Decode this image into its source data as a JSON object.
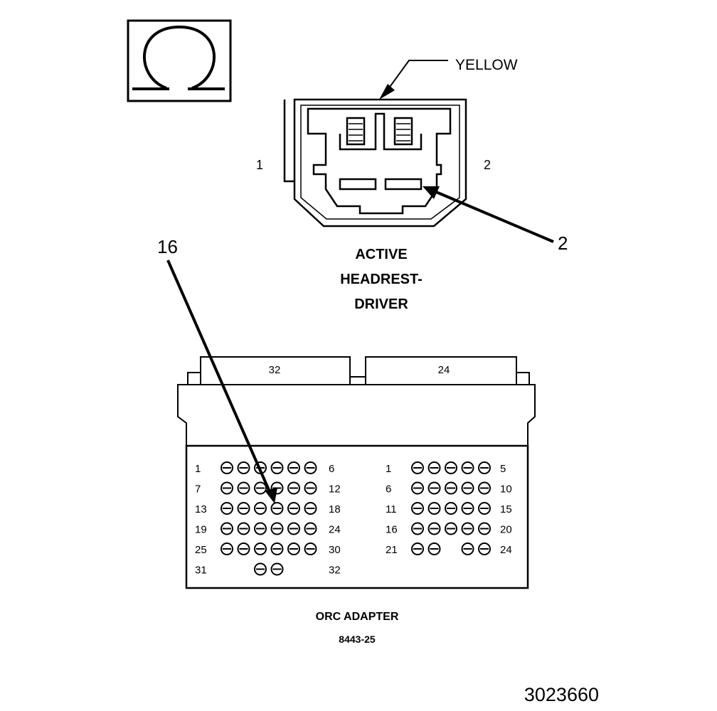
{
  "symbol": {
    "name": "ohm-symbol",
    "glyph": "Ω"
  },
  "labels": {
    "wire_color": "YELLOW",
    "pin_left": "1",
    "pin_right": "2",
    "callout_probe_b": "2",
    "callout_probe_a": "16",
    "connector_title": [
      "ACTIVE",
      "HEADREST-",
      "DRIVER"
    ],
    "adapter_tab_left": "32",
    "adapter_tab_right": "24",
    "adapter_name": "ORC ADAPTER",
    "adapter_part": "8443-25",
    "figure_number": "3023660"
  },
  "adapter": {
    "left_block": {
      "rows": [
        {
          "start": "1",
          "end": "6",
          "pins": [
            1,
            1,
            1,
            1,
            1,
            1
          ]
        },
        {
          "start": "7",
          "end": "12",
          "pins": [
            1,
            1,
            1,
            1,
            1,
            1
          ]
        },
        {
          "start": "13",
          "end": "18",
          "pins": [
            1,
            1,
            1,
            1,
            1,
            1
          ]
        },
        {
          "start": "19",
          "end": "24",
          "pins": [
            1,
            1,
            1,
            1,
            1,
            1
          ]
        },
        {
          "start": "25",
          "end": "30",
          "pins": [
            1,
            1,
            1,
            1,
            1,
            1
          ]
        },
        {
          "start": "31",
          "end": "32",
          "pins": [
            0,
            0,
            1,
            1,
            0,
            0
          ]
        }
      ]
    },
    "right_block": {
      "rows": [
        {
          "start": "1",
          "end": "5",
          "pins": [
            1,
            1,
            1,
            1,
            1
          ]
        },
        {
          "start": "6",
          "end": "10",
          "pins": [
            1,
            1,
            1,
            1,
            1
          ]
        },
        {
          "start": "11",
          "end": "15",
          "pins": [
            1,
            1,
            1,
            1,
            1
          ]
        },
        {
          "start": "16",
          "end": "20",
          "pins": [
            1,
            1,
            1,
            1,
            1
          ]
        },
        {
          "start": "21",
          "end": "24",
          "pins": [
            1,
            1,
            0,
            1,
            1
          ]
        }
      ]
    }
  },
  "colors": {
    "line": "#000000",
    "background": "#ffffff"
  }
}
